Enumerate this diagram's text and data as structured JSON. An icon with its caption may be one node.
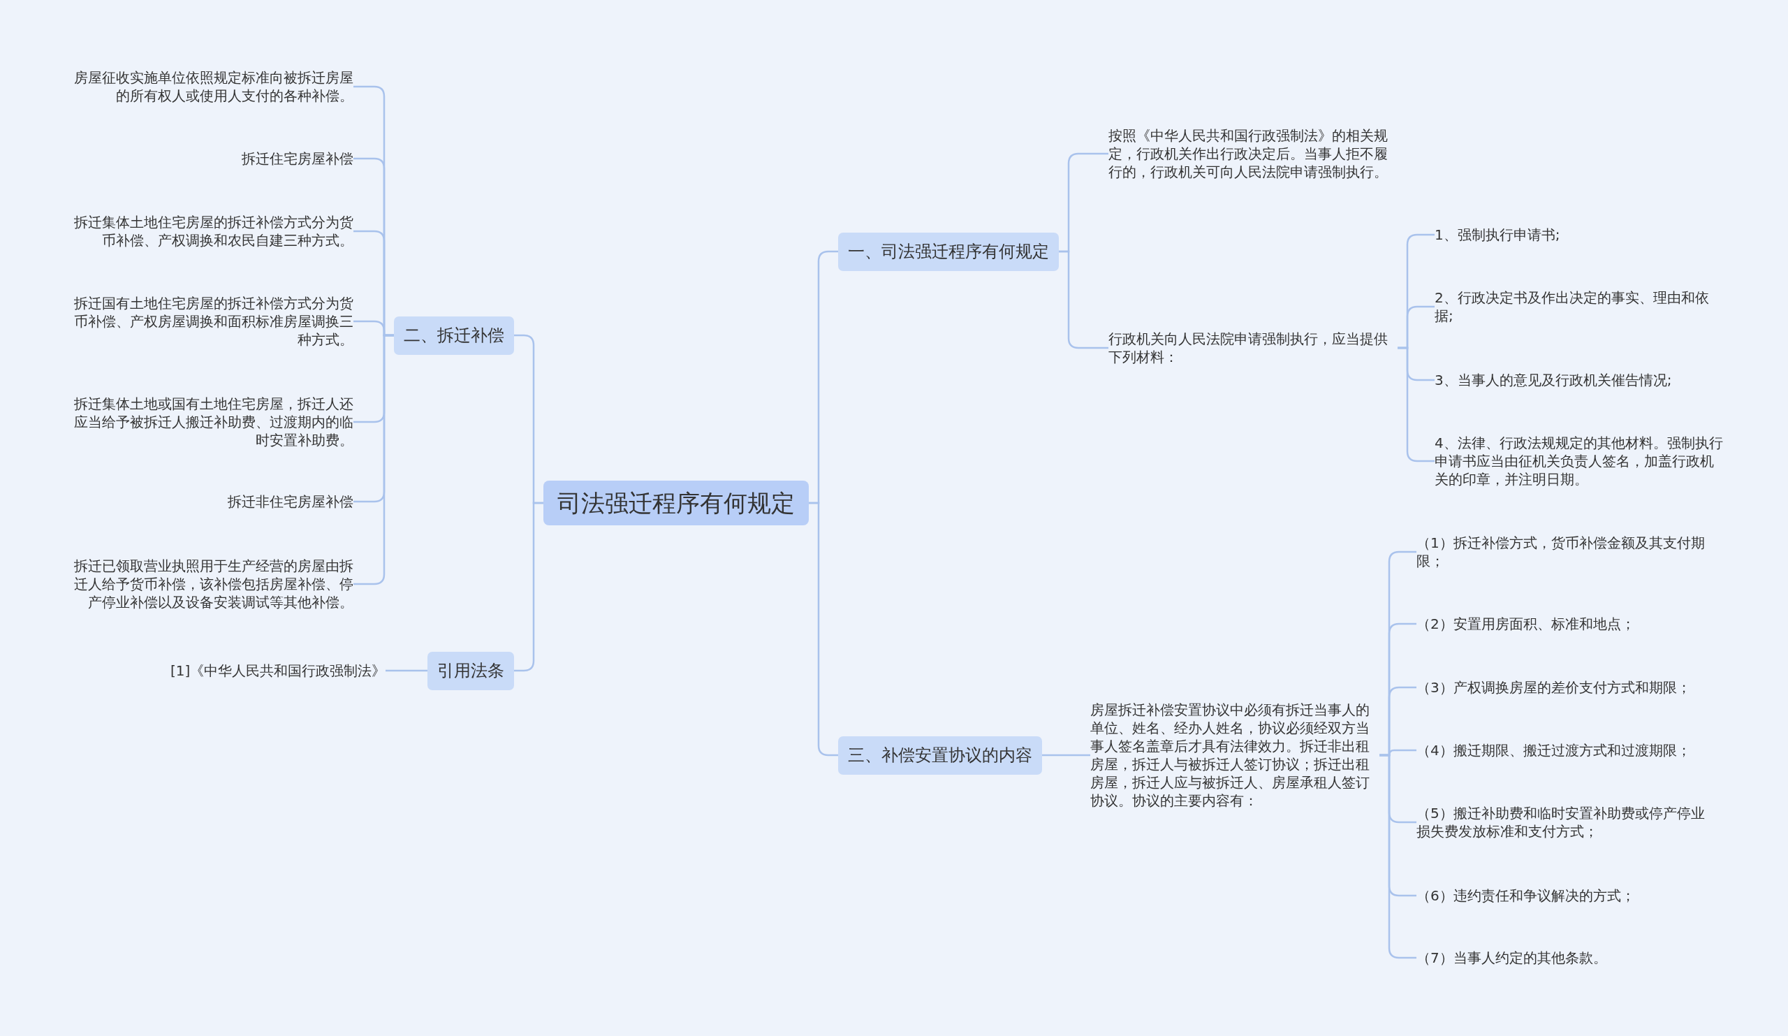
{
  "diagram": {
    "nodes": [
      {
        "text": [
          "司法强迁程序有何规定"
        ]
      },
      {
        "text": [
          "一、司法强迁程序有何规定"
        ]
      },
      {
        "text": [
          "按照《中华人民共和国行政强制法》的相关规定，行政机关作出行政决定后。当事人拒不履行的，行政机关可向人民法院申请强制执行。"
        ]
      },
      {
        "text": [
          "行政机关向人民法院申请强制执行，应当提供下列材料："
        ]
      },
      {
        "text": [
          "1、强制执行申请书;"
        ]
      },
      {
        "text": [
          "2、行政决定书及作出决定的事实、理由和依据;"
        ]
      },
      {
        "text": [
          "3、当事人的意见及行政机关催告情况;"
        ]
      },
      {
        "text": [
          "4、法律、行政法规规定的其他材料。强制执行申请书应当由征机关负责人签名，加盖行政机关的印章，并注明日期。"
        ]
      },
      {
        "text": [
          "三、补偿安置协议的内容"
        ]
      },
      {
        "text": [
          "房屋拆迁补偿安置协议中必须有拆迁当事人的单位、姓名、经办人姓名，协议必须经双方当事人签名盖章后才具有法律效力。拆迁非出租房屋，拆迁人与被拆迁人签订协议；拆迁出租房屋，拆迁人应与被拆迁人、房屋承租人签订协议。协议的主要内容有："
        ]
      },
      {
        "text": [
          "（1）拆迁补偿方式，货币补偿金额及其支付期限；"
        ]
      },
      {
        "text": [
          "（2）安置用房面积、标准和地点；"
        ]
      },
      {
        "text": [
          "（3）产权调换房屋的差价支付方式和期限；"
        ]
      },
      {
        "text": [
          "（4）搬迁期限、搬迁过渡方式和过渡期限；"
        ]
      },
      {
        "text": [
          "（5）搬迁补助费和临时安置补助费或停产停业损失费发放标准和支付方式；"
        ]
      },
      {
        "text": [
          "（6）违约责任和争议解决的方式；"
        ]
      },
      {
        "text": [
          "（7）当事人约定的其他条款。"
        ]
      },
      {
        "text": [
          "二、拆迁补偿"
        ]
      },
      {
        "text": [
          "房屋征收实施单位依照规定标准向被拆迁房屋的所有权人或使用人支付的各种补偿。"
        ]
      },
      {
        "text": [
          "拆迁住宅房屋补偿"
        ]
      },
      {
        "text": [
          "拆迁集体土地住宅房屋的拆迁补偿方式分为货币补偿、产权调换和农民自建三种方式。"
        ]
      },
      {
        "text": [
          "拆迁国有土地住宅房屋的拆迁补偿方式分为货币补偿、产权房屋调换和面积标准房屋调换三种方式。"
        ]
      },
      {
        "text": [
          "拆迁集体土地或国有土地住宅房屋，拆迁人还应当给予被拆迁人搬迁补助费、过渡期内的临时安置补助费。"
        ]
      },
      {
        "text": [
          "拆迁非住宅房屋补偿"
        ]
      },
      {
        "text": [
          "拆迁已领取营业执照用于生产经营的房屋由拆迁人给予货币补偿，该补偿包括房屋补偿、停产停业补偿以及设备安装调试等其他补偿。"
        ]
      },
      {
        "text": [
          "引用法条"
        ]
      },
      {
        "text": [
          "[1]《中华人民共和国行政强制法》"
        ]
      }
    ],
    "edges": [
      {
        "from": 0,
        "to": 1,
        "arrow": "none"
      },
      {
        "from": 1,
        "to": 2,
        "arrow": "none"
      },
      {
        "from": 1,
        "to": 3,
        "arrow": "none"
      },
      {
        "from": 3,
        "to": 4,
        "arrow": "none"
      },
      {
        "from": 3,
        "to": 5,
        "arrow": "none"
      },
      {
        "from": 3,
        "to": 6,
        "arrow": "none"
      },
      {
        "from": 3,
        "to": 7,
        "arrow": "none"
      },
      {
        "from": 0,
        "to": 8,
        "arrow": "none"
      },
      {
        "from": 8,
        "to": 9,
        "arrow": "none"
      },
      {
        "from": 9,
        "to": 10,
        "arrow": "none"
      },
      {
        "from": 9,
        "to": 11,
        "arrow": "none"
      },
      {
        "from": 9,
        "to": 12,
        "arrow": "none"
      },
      {
        "from": 9,
        "to": 13,
        "arrow": "none"
      },
      {
        "from": 9,
        "to": 14,
        "arrow": "none"
      },
      {
        "from": 9,
        "to": 15,
        "arrow": "none"
      },
      {
        "from": 9,
        "to": 16,
        "arrow": "none"
      },
      {
        "from": 0,
        "to": 17,
        "arrow": "none"
      },
      {
        "from": 17,
        "to": 18,
        "arrow": "none"
      },
      {
        "from": 17,
        "to": 19,
        "arrow": "none"
      },
      {
        "from": 17,
        "to": 20,
        "arrow": "none"
      },
      {
        "from": 17,
        "to": 21,
        "arrow": "none"
      },
      {
        "from": 17,
        "to": 22,
        "arrow": "none"
      },
      {
        "from": 17,
        "to": 23,
        "arrow": "none"
      },
      {
        "from": 17,
        "to": 24,
        "arrow": "none"
      },
      {
        "from": 0,
        "to": 25,
        "arrow": "none"
      },
      {
        "from": 25,
        "to": 26,
        "arrow": "none"
      }
    ]
  }
}
